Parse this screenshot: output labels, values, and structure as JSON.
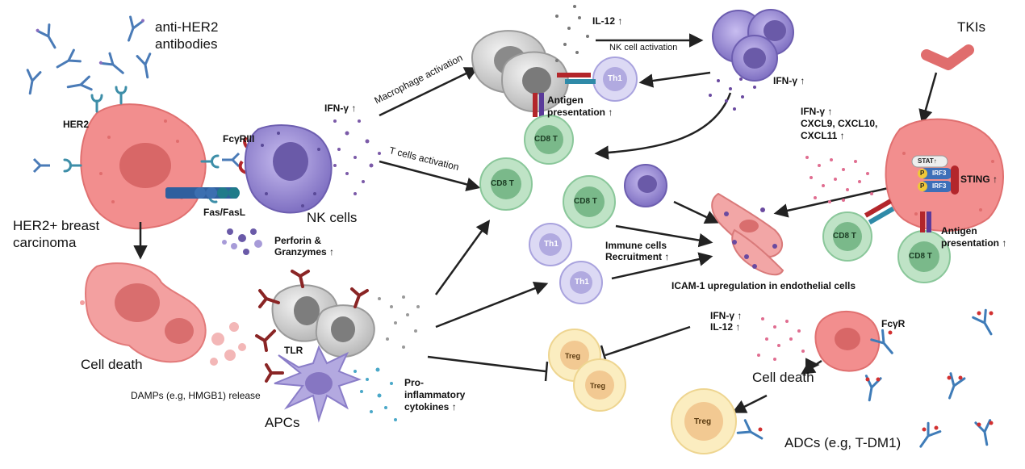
{
  "labels": {
    "anti_her2_line1": "anti-HER2",
    "anti_her2_line2": "antibodies",
    "her2": "HER2",
    "her2_breast_line1": "HER2+ breast",
    "her2_breast_line2": "carcinoma",
    "fcgriii": "FcγRIII",
    "fas_fasl": "Fas/FasL",
    "nk_cells": "NK cells",
    "perforin_line1": "Perforin &",
    "perforin_line2": "Granzymes ↑",
    "cell_death_left": "Cell death",
    "damps": "DAMPs (e.g, HMGB1) release",
    "tlr": "TLR",
    "apcs": "APCs",
    "proinflam_line1": "Pro-",
    "proinflam_line2": "inflammatory",
    "proinflam_line3": "cytokines ↑",
    "ifng_nk": "IFN-γ ↑",
    "macrophage_activation": "Macrophage activation",
    "t_cells_activation": "T cells activation",
    "il12_top": "IL-12 ↑",
    "nk_cell_activation": "NK cell activation",
    "ifng_topright": "IFN-γ ↑",
    "antigen_pres_top_line1": "Antigen",
    "antigen_pres_top_line2": "presentation ↑",
    "th1": "Th1",
    "cd8t": "CD8 T",
    "treg": "Treg",
    "immune_rec_line1": "Immune cells",
    "immune_rec_line2": "Recruitment ↑",
    "icam": "ICAM-1 upregulation in endothelial cells",
    "tkis": "TKIs",
    "ifng_cxcl_line1": "IFN-γ ↑",
    "ifng_cxcl_line2": "CXCL9, CXCL10,",
    "ifng_cxcl_line3": "CXCL11 ↑",
    "stat": "STAT↑",
    "irf3": "IRF3",
    "p": "P",
    "sting": "STING ↑",
    "antigen_pres_right_line1": "Antigen",
    "antigen_pres_right_line2": "presentation ↑",
    "ifng_bottom": "IFN-γ ↑",
    "il12_bottom": "IL-12 ↑",
    "fcgr": "FcγR",
    "cell_death_right": "Cell death",
    "adcs": "ADCs (e.g, T-DM1)"
  },
  "colors": {
    "tumor": "#f08a8a",
    "tumor_core": "#d86a6a",
    "nk": "#a89ad8",
    "cd8": "#9fd4a8",
    "th1": "#c9c6ee",
    "treg": "#fbe6a6",
    "macrophage": "#d9d9d9",
    "arrow": "#222222"
  }
}
